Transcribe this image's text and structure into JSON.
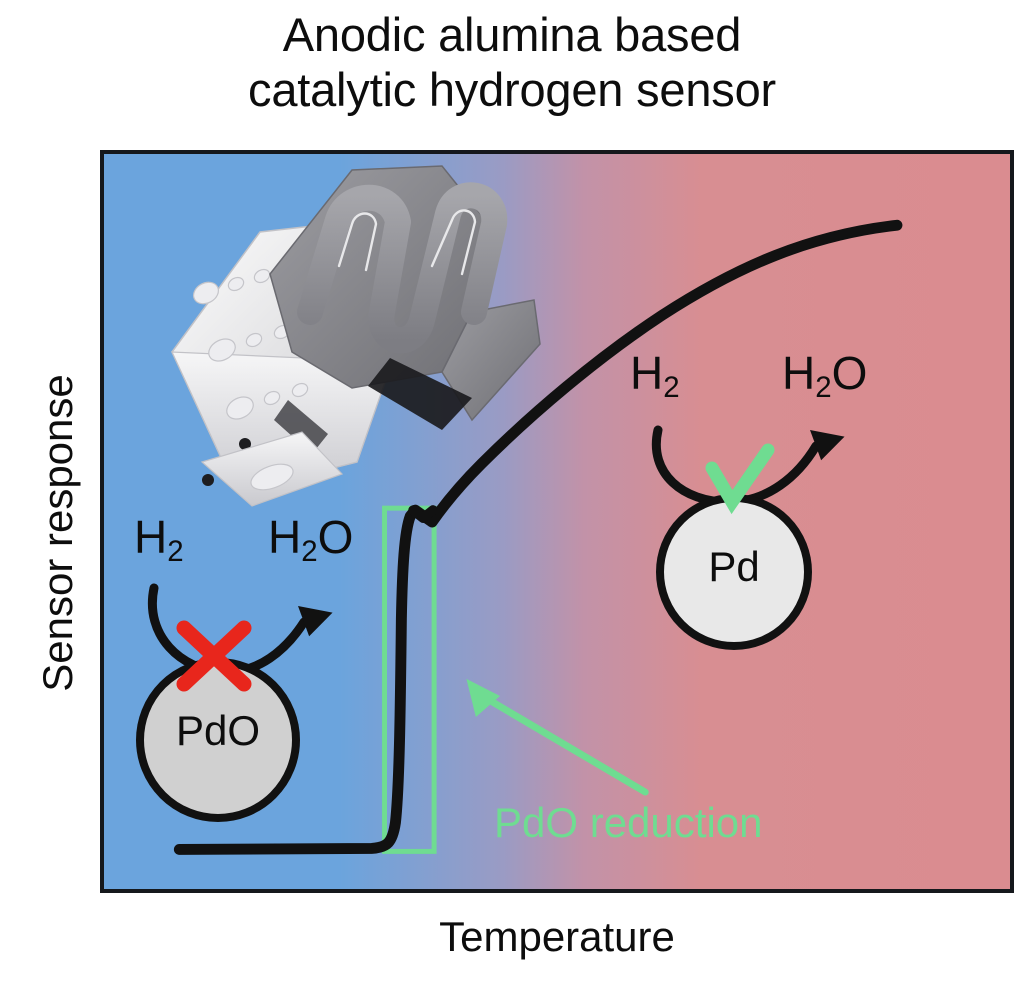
{
  "figure": {
    "kind": "graphical-abstract",
    "title_line1": "Anodic alumina based",
    "title_line2": "catalytic hydrogen sensor"
  },
  "colors": {
    "cold_background": "#6ba4dd",
    "hot_background": "#da8c90",
    "curve": "#111111",
    "frame": "#15181c",
    "highlight_green": "#6fdc91",
    "blocked_red": "#e8261c",
    "particle_fill": "#d0d0d0",
    "particle_stroke": "#111111",
    "device_metal": "#8c8c8c",
    "device_light": "#f2f2f2"
  },
  "axes": {
    "ylabel": "Sensor response",
    "xlabel": "Temperature",
    "ticks_shown": false,
    "grid": false
  },
  "schemes": {
    "left": {
      "region": "low temperature",
      "reactant": "H",
      "reactant_sub": "2",
      "product": "H",
      "product_sub": "2",
      "product_tail": "O",
      "particle_label": "PdO",
      "status_icon": "red-cross-icon",
      "status": "reaction blocked"
    },
    "right": {
      "region": "high temperature",
      "reactant": "H",
      "reactant_sub": "2",
      "product": "H",
      "product_sub": "2",
      "product_tail": "O",
      "particle_label": "Pd",
      "status_icon": "green-check-icon",
      "status": "reaction active"
    }
  },
  "annotation": {
    "label": "PdO reduction",
    "arrow_icon": "arrow-up-left-icon",
    "highlight_box_icon": "highlight-rectangle-icon"
  },
  "device": {
    "icon": "mems-micro-hotplate-icon",
    "description": "3D render of micro-hotplate sensor chip with serpentine heater"
  },
  "chart_data": {
    "type": "line",
    "title": "Anodic alumina based catalytic hydrogen sensor",
    "xlabel": "Temperature",
    "ylabel": "Sensor response",
    "grid": false,
    "legend": "none",
    "axis_ticks": "none",
    "xlim": [
      0,
      100
    ],
    "ylim": [
      0,
      100
    ],
    "series": [
      {
        "name": "Sensor response vs temperature",
        "x": [
          9,
          16,
          24,
          31,
          34,
          35,
          35.5,
          36,
          37,
          39,
          43,
          50,
          58,
          67,
          76,
          85,
          92,
          97
        ],
        "y": [
          5,
          5,
          5.2,
          6,
          9,
          17,
          30,
          44,
          50,
          51.5,
          57,
          65,
          73,
          80,
          86,
          90,
          92,
          92.5
        ]
      }
    ],
    "annotations": [
      {
        "type": "rect",
        "label": "PdO reduction",
        "x0": 31,
        "x1": 37,
        "y0": 3,
        "y1": 52,
        "color": "#6fdc91"
      },
      {
        "type": "arrow",
        "label": "PdO reduction",
        "from_x": 55,
        "from_y": 22,
        "to_x": 39,
        "to_y": 37,
        "color": "#6fdc91"
      }
    ],
    "regions": [
      {
        "name": "PdO (inactive, low T)",
        "color": "#6ba4dd"
      },
      {
        "name": "Pd (active, high T)",
        "color": "#da8c90"
      }
    ]
  }
}
